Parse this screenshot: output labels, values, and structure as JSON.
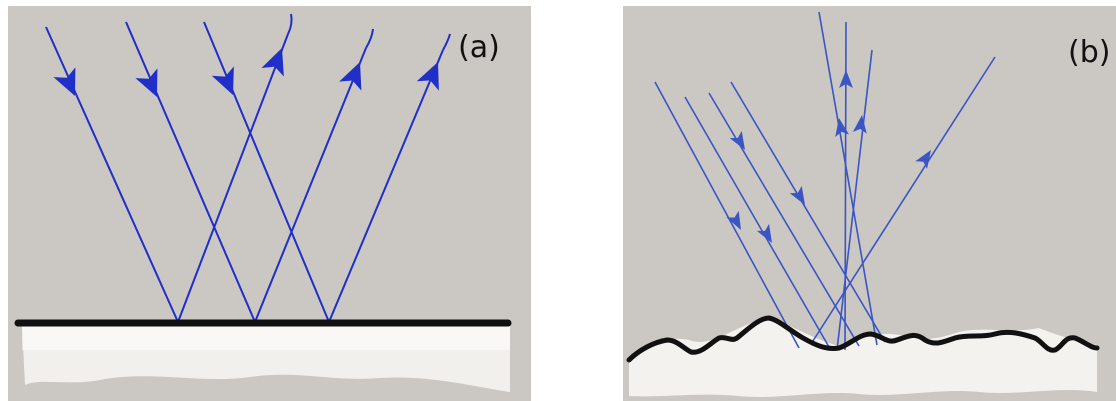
{
  "panels": [
    {
      "id": "a",
      "label": "(a)",
      "surface": "smooth"
    },
    {
      "id": "b",
      "label": "(b)",
      "surface": "rough"
    }
  ],
  "colors": {
    "background": "#cbc7c2",
    "ray": "#1f2fc8",
    "ray_rough": "#3a55c4",
    "surface_line": "#111111",
    "material": "#f4f2ef"
  }
}
